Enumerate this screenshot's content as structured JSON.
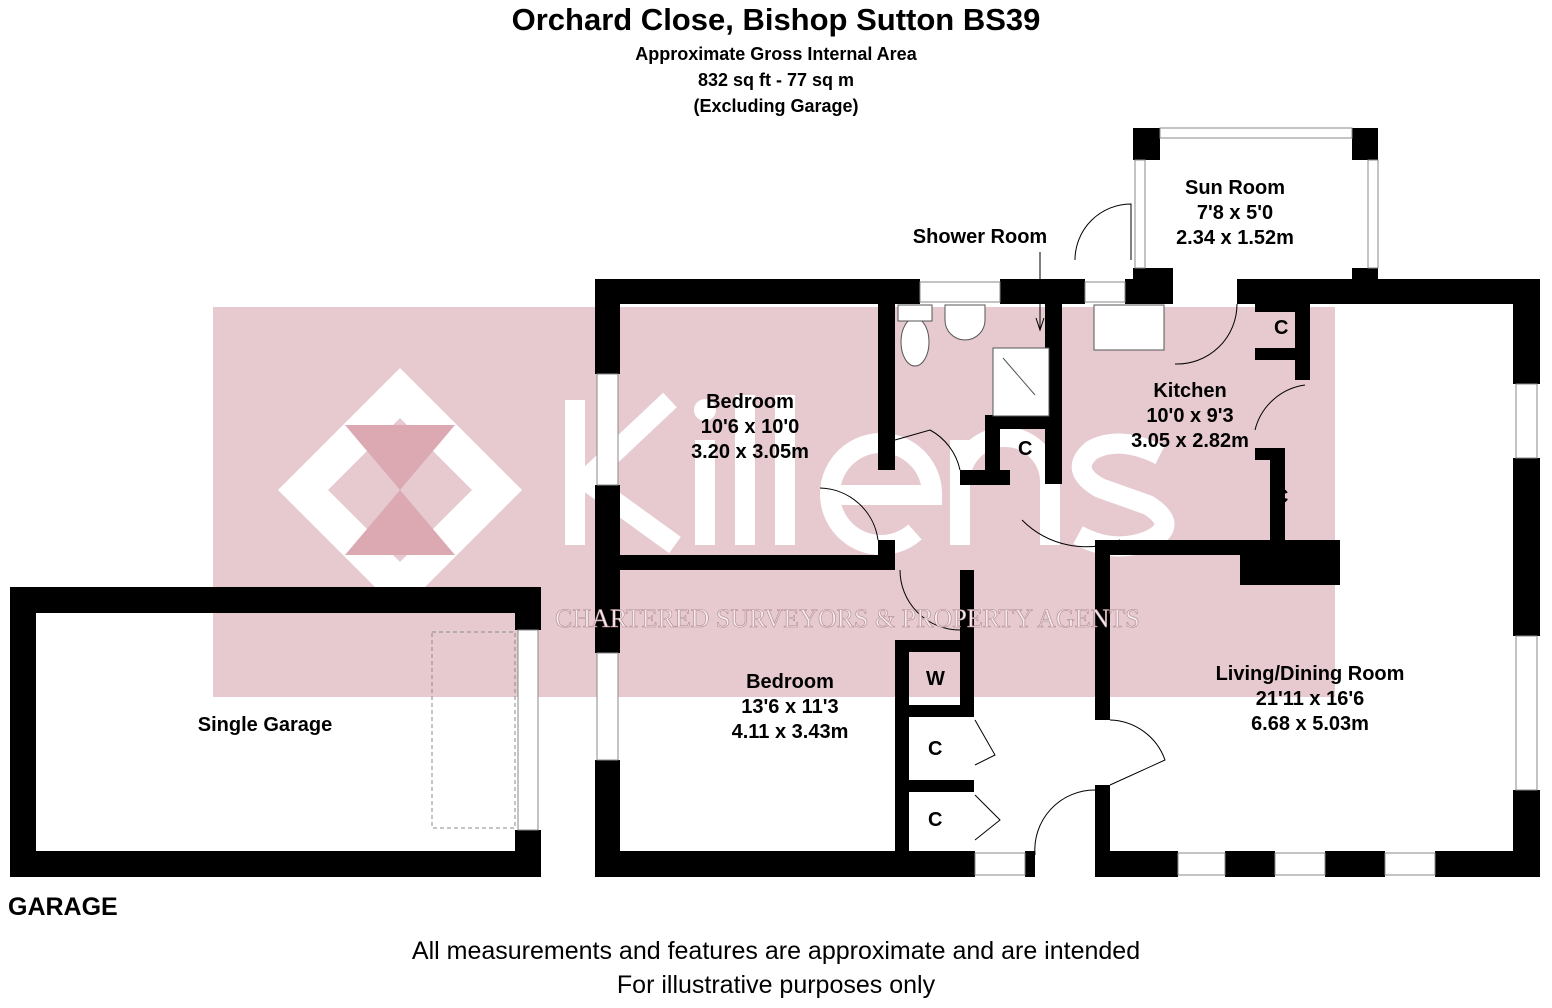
{
  "header": {
    "title": "Orchard Close, Bishop Sutton BS39",
    "area_label": "Approximate Gross Internal Area",
    "area_value": "832 sq ft - 77 sq m",
    "area_note": "(Excluding Garage)"
  },
  "watermark": {
    "brand": "Killens",
    "tagline": "CHARTERED SURVEYORS & PROPERTY AGENTS",
    "color": "#e6cad0"
  },
  "rooms": [
    {
      "name": "Sun Room",
      "imperial": "7'8 x 5'0",
      "metric": "2.34 x 1.52m"
    },
    {
      "name": "Shower Room"
    },
    {
      "name": "Bedroom",
      "imperial": "10'6 x 10'0",
      "metric": "3.20 x 3.05m"
    },
    {
      "name": "Kitchen",
      "imperial": "10'0 x 9'3",
      "metric": "3.05 x 2.82m"
    },
    {
      "name": "Bedroom",
      "imperial": "13'6 x 11'3",
      "metric": "4.11 x 3.43m"
    },
    {
      "name": "Living/Dining Room",
      "imperial": "21'11 x 16'6",
      "metric": "6.68 x 5.03m"
    },
    {
      "name": "Single Garage"
    }
  ],
  "cupboards": {
    "c": "C",
    "w": "W"
  },
  "garage_label": "GARAGE",
  "footer": {
    "line1": "All measurements and features are approximate and are intended",
    "line2": "For illustrative purposes only"
  }
}
